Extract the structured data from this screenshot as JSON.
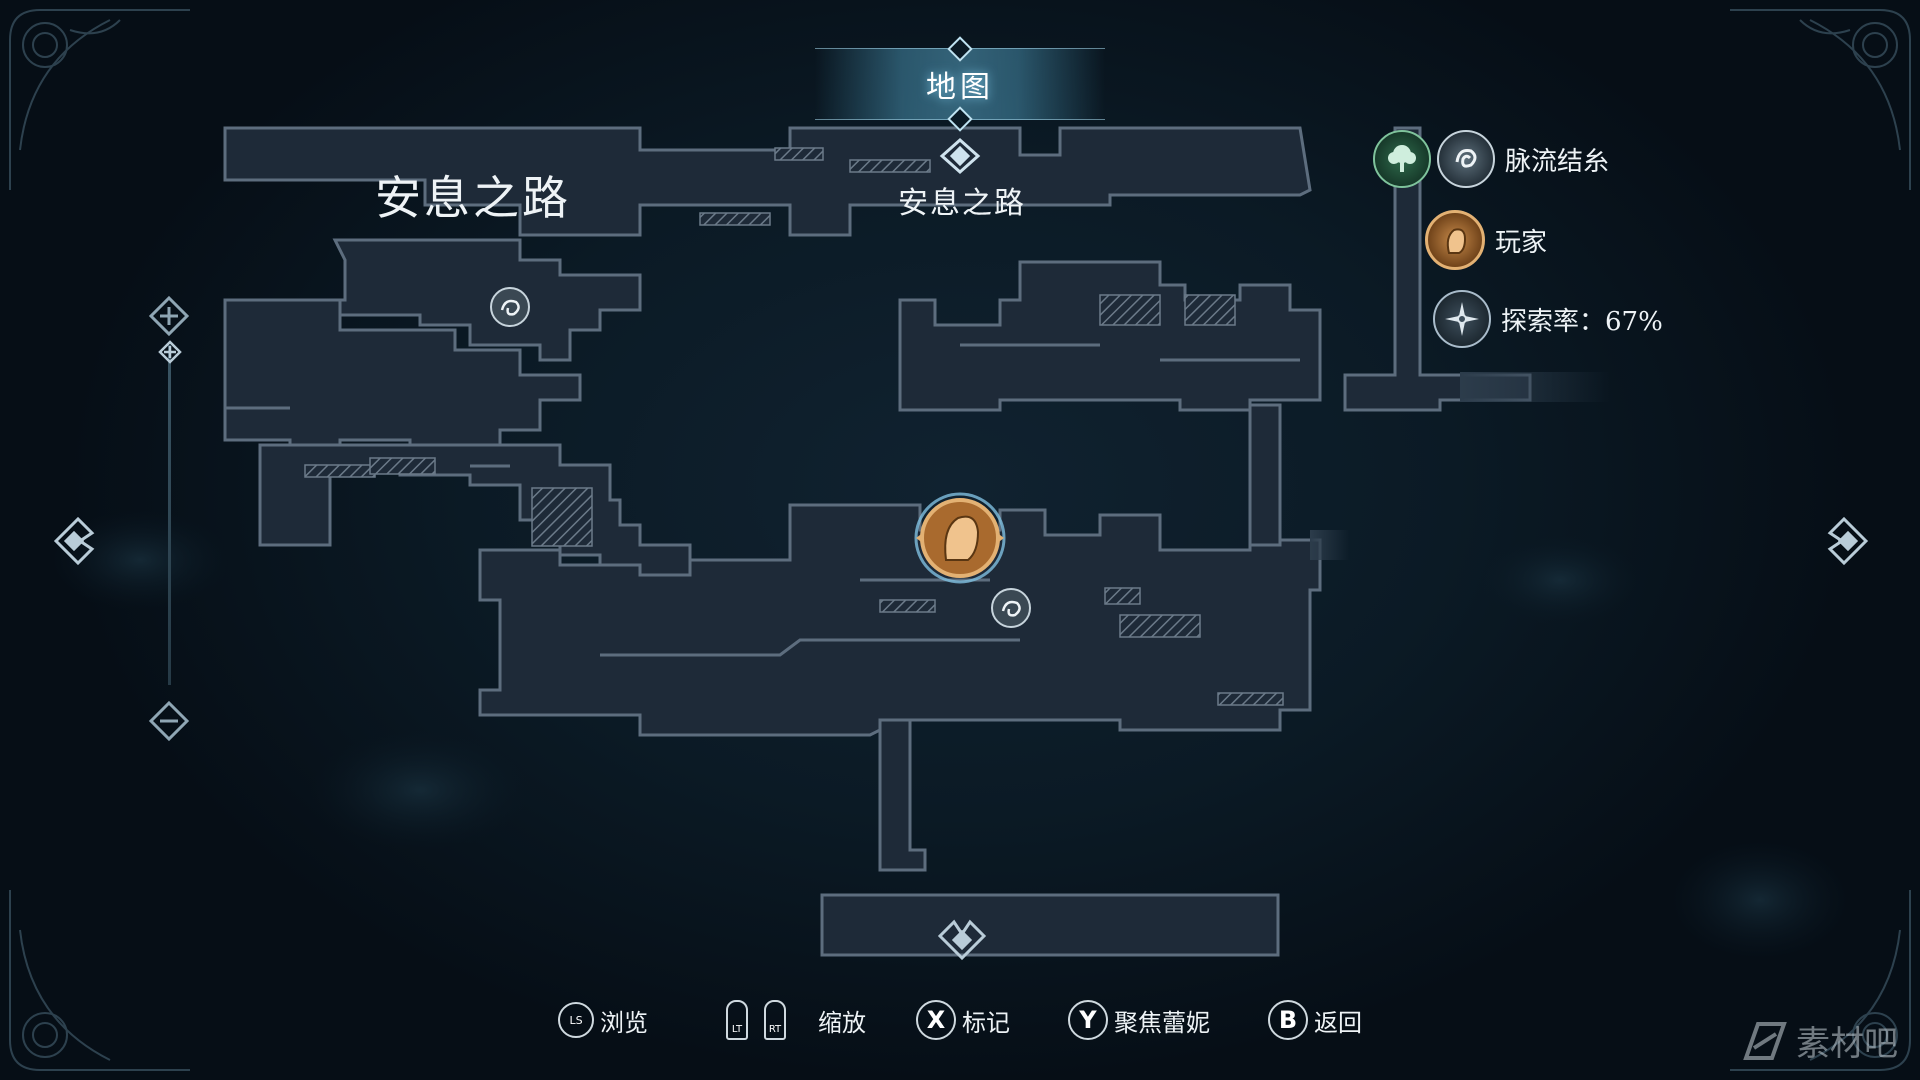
{
  "header": {
    "title": "地图"
  },
  "area": {
    "name_large": "安息之路",
    "name_center": "安息之路"
  },
  "legend": {
    "items": [
      {
        "icons": [
          "tree-icon",
          "swirl-icon"
        ],
        "label": "脉流结糸"
      },
      {
        "icons": [
          "player-icon"
        ],
        "label": "玩家"
      },
      {
        "icons": [
          "compass-icon"
        ],
        "label": "探索率：67%"
      }
    ]
  },
  "exploration": {
    "rate_percent": 67
  },
  "controls": [
    {
      "icon": "LS",
      "label": "浏览"
    },
    {
      "icons": [
        "LT",
        "RT"
      ],
      "label": "缩放"
    },
    {
      "icon": "X",
      "label": "标记"
    },
    {
      "icon": "Y",
      "label": "聚焦蕾妮"
    },
    {
      "icon": "B",
      "label": "返回"
    }
  ],
  "watermark": {
    "text": "素材吧"
  },
  "colors": {
    "map_fill": "#1e2a38",
    "map_stroke": "#5d6d7e",
    "player_accent": "#d59a55",
    "background": "#07121b"
  }
}
